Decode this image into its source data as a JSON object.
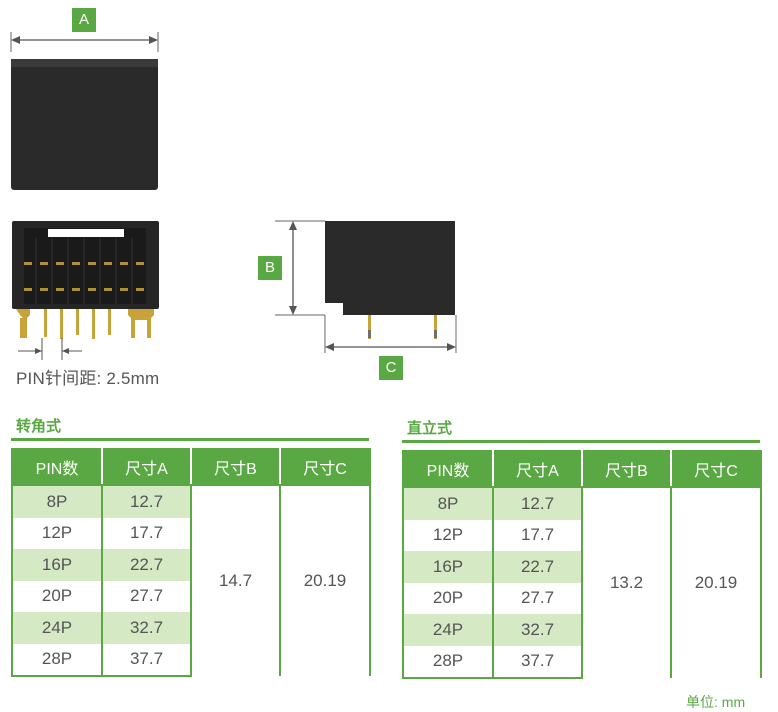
{
  "labels": {
    "a": "A",
    "b": "B",
    "c": "C"
  },
  "pitch_text": "PIN针间距: 2.5mm",
  "tables": [
    {
      "title": "转角式",
      "headers": [
        "PIN数",
        "尺寸A",
        "尺寸B",
        "尺寸C"
      ],
      "rows": [
        {
          "pin": "8P",
          "a": "12.7"
        },
        {
          "pin": "12P",
          "a": "17.7"
        },
        {
          "pin": "16P",
          "a": "22.7"
        },
        {
          "pin": "20P",
          "a": "27.7"
        },
        {
          "pin": "24P",
          "a": "32.7"
        },
        {
          "pin": "28P",
          "a": "37.7"
        }
      ],
      "b": "14.7",
      "c": "20.19"
    },
    {
      "title": "直立式",
      "headers": [
        "PIN数",
        "尺寸A",
        "尺寸B",
        "尺寸C"
      ],
      "rows": [
        {
          "pin": "8P",
          "a": "12.7"
        },
        {
          "pin": "12P",
          "a": "17.7"
        },
        {
          "pin": "16P",
          "a": "22.7"
        },
        {
          "pin": "20P",
          "a": "27.7"
        },
        {
          "pin": "24P",
          "a": "32.7"
        },
        {
          "pin": "28P",
          "a": "37.7"
        }
      ],
      "b": "13.2",
      "c": "20.19"
    }
  ],
  "unit": "单位: mm",
  "colors": {
    "accent": "#5aa843",
    "shade": "#d6e9c5",
    "body": "#2a2a2a"
  }
}
